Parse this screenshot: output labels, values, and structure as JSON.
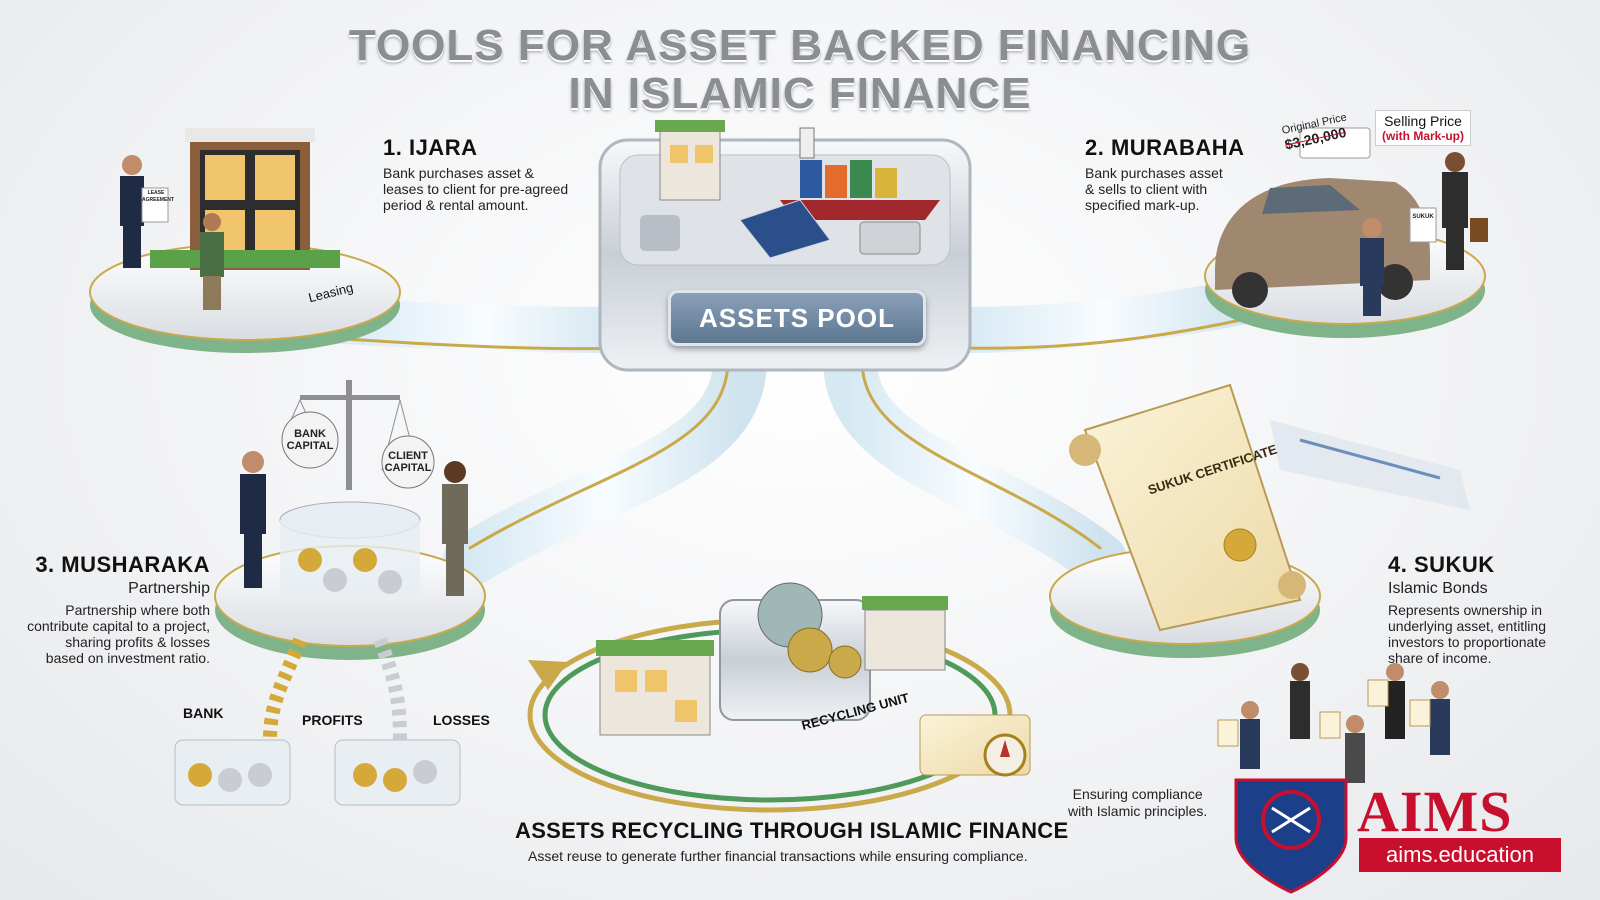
{
  "title": {
    "line1": "TOOLS FOR ASSET BACKED FINANCING",
    "line2": "IN ISLAMIC FINANCE"
  },
  "center": {
    "label": "ASSETS POOL"
  },
  "ijara": {
    "heading": "1. IJARA",
    "desc": [
      "Bank purchases asset &",
      "leases to client for pre-agreed",
      "period & rental amount."
    ],
    "platform_label": "Leasing",
    "doc_label": [
      "LEASE",
      "AGREEMENT"
    ]
  },
  "murabaha": {
    "heading": "2. MURABAHA",
    "desc": [
      "Bank purchases asset",
      "& sells to client with",
      "specified mark-up."
    ],
    "original_price_label": "Original Price",
    "original_price": "$3,20,000",
    "selling_price_label": "Selling Price",
    "selling_price_note": "(with Mark-up)",
    "doc_label": "SUKUK"
  },
  "musharaka": {
    "heading": "3. MUSHARAKA",
    "subtitle": "Partnership",
    "desc": [
      "Partnership where both",
      "contribute capital to a project,",
      "sharing profits & losses",
      "based on investment ratio."
    ],
    "scale_left": [
      "BANK",
      "CAPITAL"
    ],
    "scale_right": [
      "CLIENT",
      "CAPITAL"
    ],
    "flow_bank": "BANK",
    "flow_profits": "PROFITS",
    "flow_losses": "LOSSES"
  },
  "sukuk": {
    "heading": "4. SUKUK",
    "subtitle": "Islamic Bonds",
    "desc": [
      "Represents ownership in",
      "underlying asset, entitling",
      "investors to proportionate",
      "share of income."
    ],
    "certificate_label": "SUKUK CERTIFICATE"
  },
  "recycling": {
    "unit_label": "RECYCLING UNIT",
    "title": "ASSETS RECYCLING THROUGH ISLAMIC FINANCE",
    "subtitle": "Asset reuse to generate further financial transactions while ensuring compliance.",
    "compliance": [
      "Ensuring compliance",
      "with Islamic principles."
    ]
  },
  "logo": {
    "name": "AIMS",
    "url": "aims.education"
  },
  "colors": {
    "gold": "#c9a94a",
    "green": "#4e9a5b",
    "brand_red": "#c8102e",
    "pill_blue": "#6f88a3"
  }
}
